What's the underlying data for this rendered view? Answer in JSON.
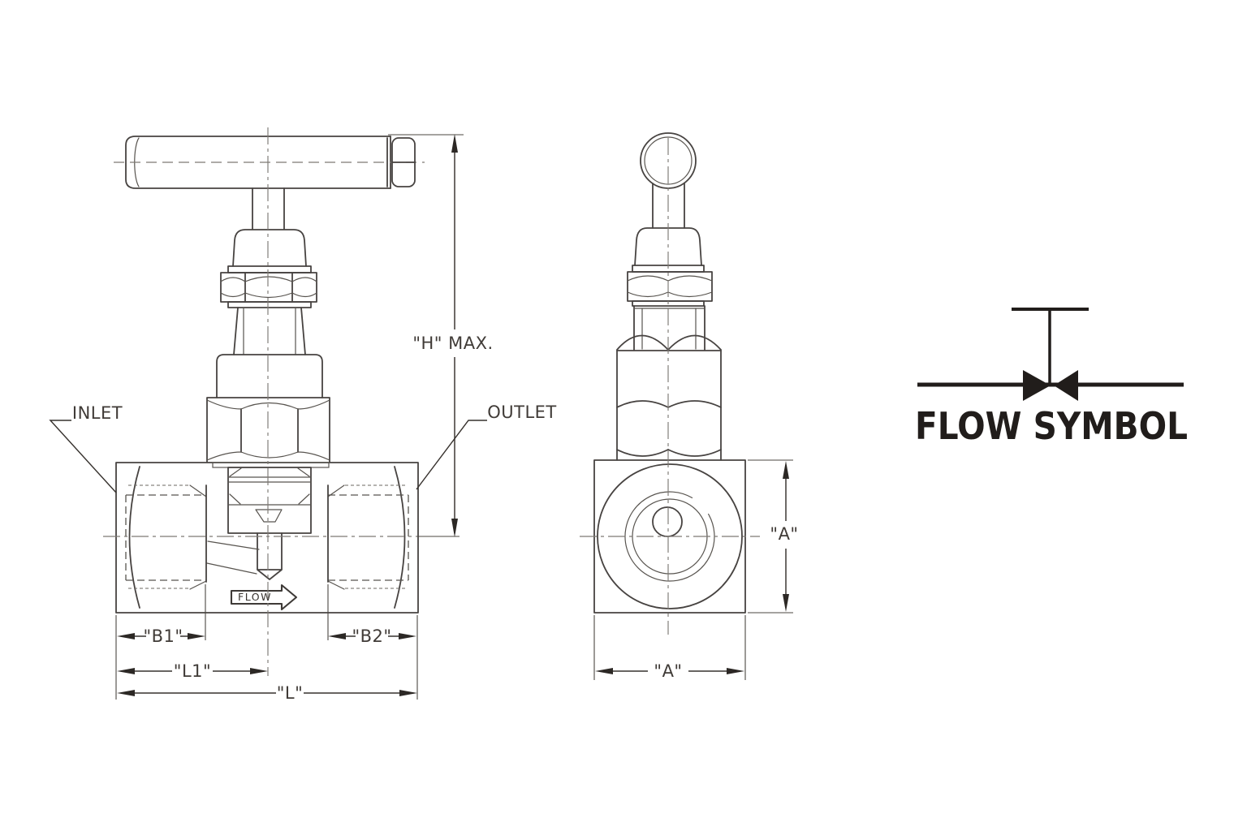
{
  "page": {
    "background": "#ffffff"
  },
  "drawing": {
    "type": "engineering-drawing",
    "subject": "needle valve orthographic views with flow symbol",
    "front_view": {
      "inlet_label": "INLET",
      "outlet_label": "OUTLET",
      "flow_arrow_label": "FLOW",
      "dim_height": "\"H\" MAX.",
      "dim_inlet_thread_depth": "\"B1\"",
      "dim_outlet_thread_depth": "\"B2\"",
      "dim_inlet_to_center": "\"L1\"",
      "dim_overall_length": "\"L\""
    },
    "side_view": {
      "dim_body_height": "\"A\"",
      "dim_body_width": "\"A\""
    },
    "flow_symbol": {
      "caption": "FLOW SYMBOL"
    },
    "colors": {
      "object_line": "#474341",
      "hidden_line": "#58544f",
      "centerline": "#7d7974",
      "dimension_line": "#37322e",
      "label_text": "#403b37",
      "symbol": "#211d1b",
      "background": "#ffffff"
    }
  }
}
